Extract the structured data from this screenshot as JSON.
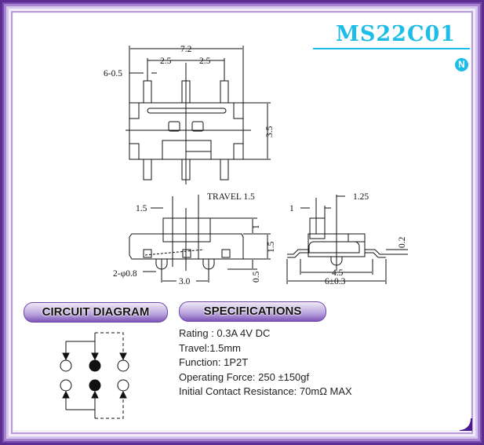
{
  "header": {
    "model": "MS22C01",
    "logo_letter": "N"
  },
  "drawing": {
    "top_view": {
      "overall_width": "7.2",
      "pitch_left": "2.5",
      "pitch_right": "2.5",
      "pin_width": "6-0.5",
      "height": "3.5"
    },
    "side_view": {
      "actuator_width": "1.5",
      "travel": "TRAVEL 1.5",
      "actuator_height": "1",
      "body_height": "1.5",
      "post_height": "0.5",
      "post_diameter": "2-φ0.8",
      "post_pitch": "3.0"
    },
    "end_view": {
      "actuator_thickness": "1",
      "offset": "1.25",
      "inner_width": "4.5",
      "outer_width": "6±0.3",
      "flange_thickness": "0.2"
    }
  },
  "sections": {
    "circuit": "CIRCUIT DIAGRAM",
    "specs": "SPECIFICATIONS"
  },
  "specifications": [
    "Rating : 0.3A 4V DC",
    "Travel:1.5mm",
    "Function: 1P2T",
    "Operating Force: 250 ±150gf",
    "Initial Contact Resistance: 70mΩ MAX"
  ],
  "colors": {
    "accent": "#1cbde6",
    "frame": "#5b2d91"
  }
}
